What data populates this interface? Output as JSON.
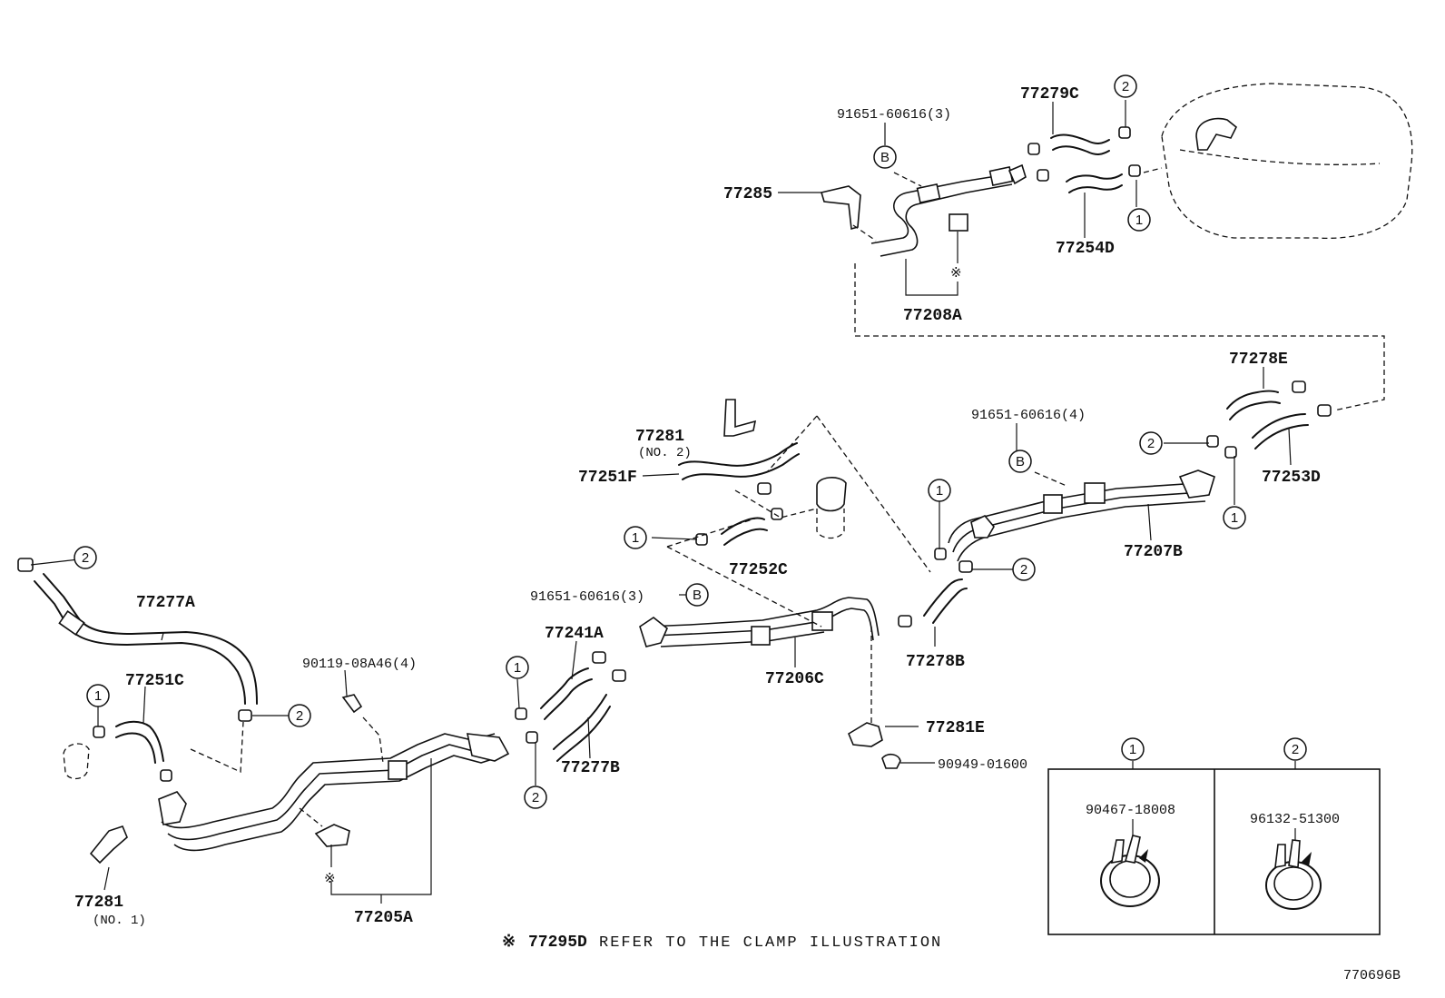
{
  "callouts": {
    "one": "1",
    "two": "2",
    "b": "B"
  },
  "parts": {
    "p_91651_60616_3_top": "91651-60616(3)",
    "p_77279C": "77279C",
    "p_77285": "77285",
    "p_77254D": "77254D",
    "p_77208A": "77208A",
    "p_77278E": "77278E",
    "p_91651_60616_4": "91651-60616(4)",
    "p_77253D": "77253D",
    "p_77207B": "77207B",
    "p_77281_no2": "77281",
    "p_77281_no2_sub": "(NO. 2)",
    "p_77251F": "77251F",
    "p_77252C": "77252C",
    "p_91651_60616_3_mid": "91651-60616(3)",
    "p_77241A": "77241A",
    "p_77206C": "77206C",
    "p_77278B": "77278B",
    "p_77277A": "77277A",
    "p_77251C": "77251C",
    "p_90119_08A46_4": "90119-08A46(4)",
    "p_77277B": "77277B",
    "p_77281E": "77281E",
    "p_90949_01600": "90949-01600",
    "p_77281_no1": "77281",
    "p_77281_no1_sub": "(NO. 1)",
    "p_77205A": "77205A"
  },
  "legend_box": {
    "col1_header": "1",
    "col1_part": "90467-18008",
    "col2_header": "2",
    "col2_part": "96132-51300"
  },
  "footnote": {
    "mark": "※",
    "code": "77295D",
    "text": "REFER TO THE CLAMP ILLUSTRATION"
  },
  "marks": {
    "clamp_mark": "※"
  },
  "drawing_id": "770696B"
}
